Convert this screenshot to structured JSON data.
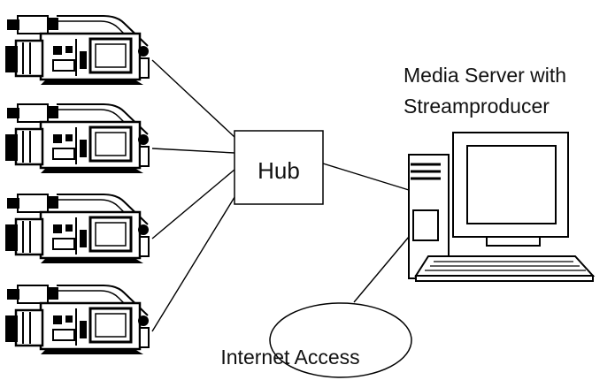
{
  "diagram": {
    "hub_label": "Hub",
    "server_label_line1": "Media Server with",
    "server_label_line2": "Streamproducer",
    "internet_label": "Internet Access"
  },
  "icons": {
    "camera": "video-camera-icon",
    "computer": "desktop-computer-icon"
  },
  "colors": {
    "line": "#000000",
    "background": "#ffffff"
  }
}
